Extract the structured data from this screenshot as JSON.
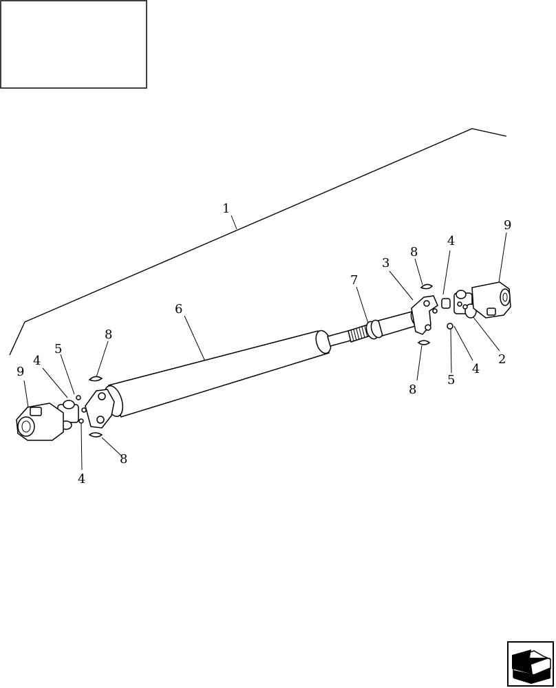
{
  "callouts": [
    {
      "id": "c1",
      "label": "1"
    },
    {
      "id": "c2",
      "label": "2"
    },
    {
      "id": "c3",
      "label": "3"
    },
    {
      "id": "c4a",
      "label": "4"
    },
    {
      "id": "c4b",
      "label": "4"
    },
    {
      "id": "c4c",
      "label": "4"
    },
    {
      "id": "c4d",
      "label": "4"
    },
    {
      "id": "c5a",
      "label": "5"
    },
    {
      "id": "c5b",
      "label": "5"
    },
    {
      "id": "c6",
      "label": "6"
    },
    {
      "id": "c7",
      "label": "7"
    },
    {
      "id": "c8a",
      "label": "8"
    },
    {
      "id": "c8b",
      "label": "8"
    },
    {
      "id": "c8c",
      "label": "8"
    },
    {
      "id": "c8d",
      "label": "8"
    },
    {
      "id": "c9a",
      "label": "9"
    },
    {
      "id": "c9b",
      "label": "9"
    }
  ],
  "icons": {
    "nav": "back-arrow-icon"
  }
}
